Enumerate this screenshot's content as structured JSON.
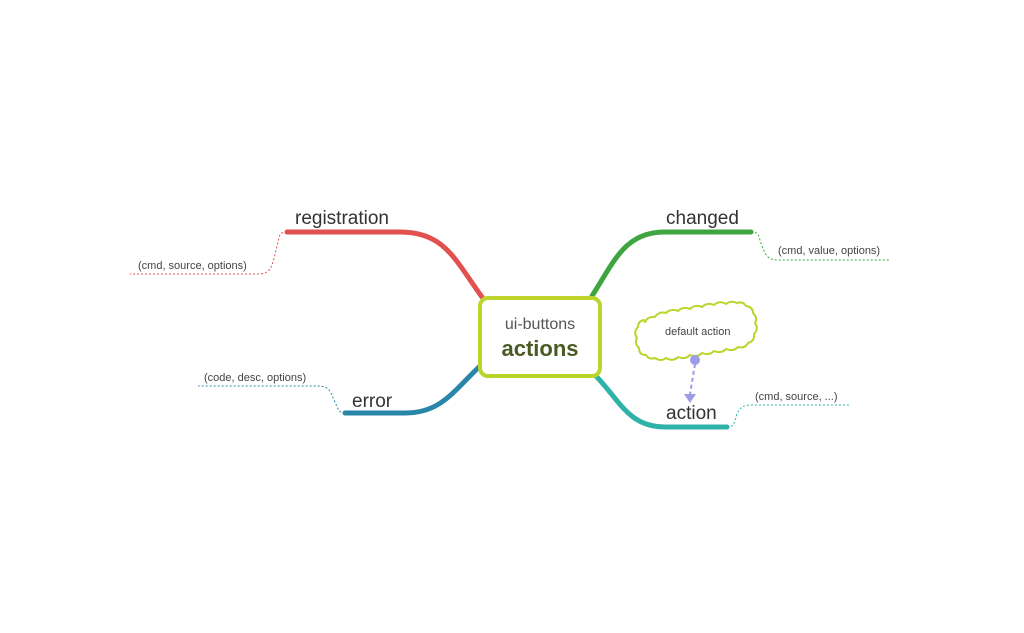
{
  "central_topic": {
    "subtitle": "ui-buttons",
    "title": "actions"
  },
  "branches": {
    "registration": {
      "label": "registration",
      "signature": "(cmd, source, options)",
      "color": "#e0514f"
    },
    "changed": {
      "label": "changed",
      "signature": "(cmd, value, options)",
      "color": "#3ea540"
    },
    "error": {
      "label": "error",
      "signature": "(code, desc, options)",
      "color": "#2a86a8"
    },
    "action": {
      "label": "action",
      "signature": "(cmd, source, ...)",
      "color": "#2fb3a8"
    }
  },
  "callout": {
    "label": "default action",
    "color": "#bcd42c",
    "connector_color": "#9d9de6"
  },
  "colors": {
    "center_border": "#bcd42c",
    "center_title": "#4a5a22"
  }
}
